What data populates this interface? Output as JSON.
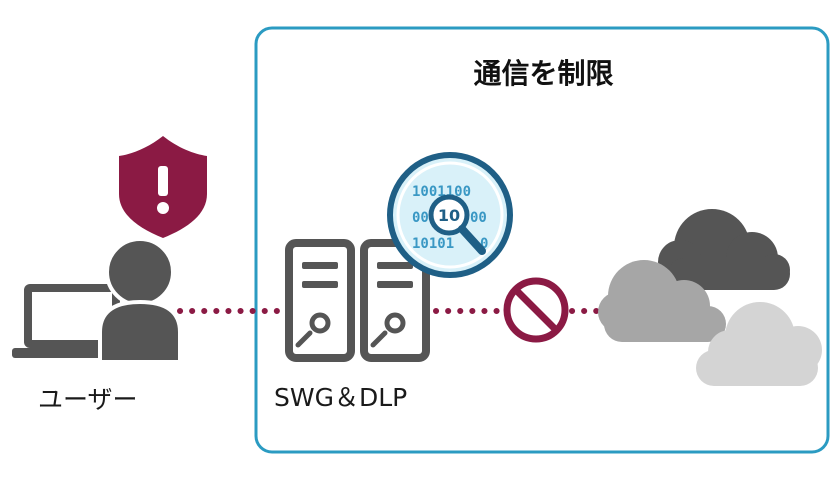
{
  "title": "通信を制限",
  "user": {
    "label": "ユーザー"
  },
  "gateway": {
    "label": "SWG＆DLP"
  },
  "magnifier": {
    "bits_line1": "1001100",
    "bits_line2": "00",
    "bits_line2b": "00",
    "bits_line3": "10101",
    "bits_line3b": "0",
    "badge": "10"
  },
  "warning_mark": "!",
  "colors": {
    "frame": "#2b9bc2",
    "connector": "#8b1a44",
    "shield": "#8b1a44",
    "block": "#8b1a44",
    "device": "#555555",
    "magnifier_ring": "#1f5f86",
    "magnifier_fill": "#d9f1f9",
    "bits": "#3a98c4",
    "cloud_dark": "#555555",
    "cloud_mid": "#a6a6a6",
    "cloud_light": "#d4d4d4"
  }
}
